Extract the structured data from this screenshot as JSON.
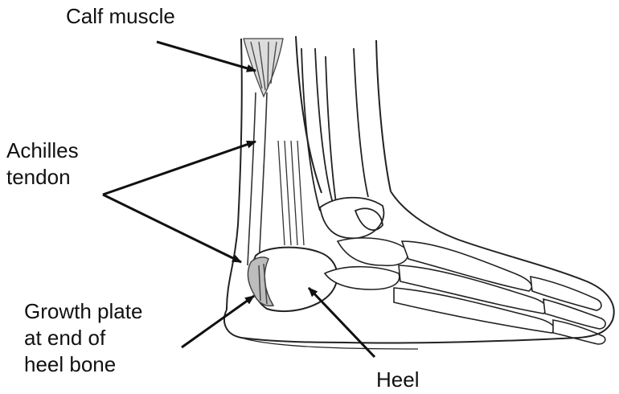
{
  "labels": {
    "calf_muscle": "Calf muscle",
    "achilles_tendon": [
      "Achilles",
      "tendon"
    ],
    "growth_plate": [
      "Growth plate",
      "at end of",
      "heel bone"
    ],
    "heel": "Heel"
  },
  "colors": {
    "ink": "#111111",
    "background": "#ffffff",
    "muscle_fill": "#dcdcdc",
    "growth_plate_fill": "#bdbdbd"
  }
}
